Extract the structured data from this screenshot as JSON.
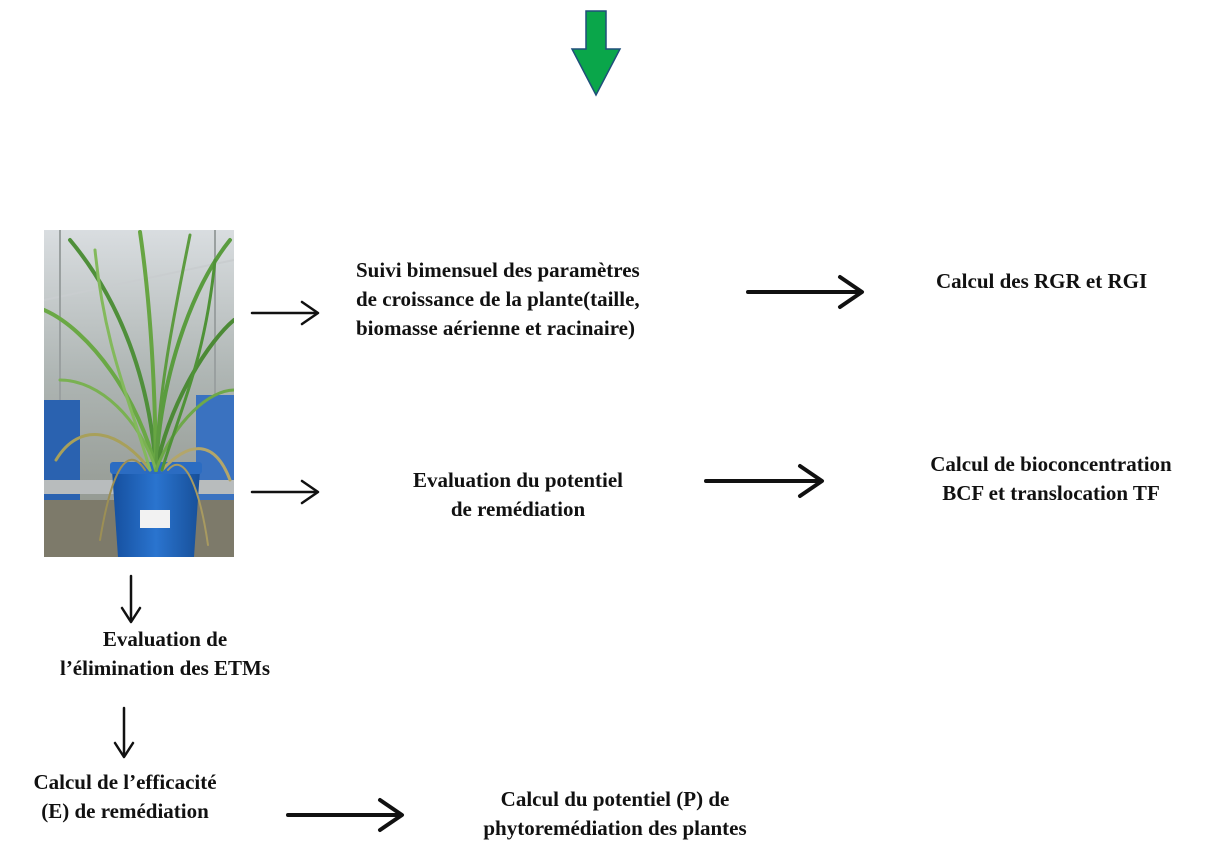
{
  "colors": {
    "down_arrow_fill": "#0aa64a",
    "down_arrow_stroke": "#1f4f7a",
    "arrow_stroke": "#111111",
    "pot_blue": "#1d5fb5"
  },
  "steps": {
    "growth_monitoring": {
      "line1": "Suivi bimensuel des paramètres",
      "line2": "de croissance de la plante(taille,",
      "line3": "biomasse aérienne et racinaire)"
    },
    "rgr_rgi": "Calcul des RGR et RGI",
    "remediation_potential": {
      "line1": "Evaluation du potentiel",
      "line2": "de remédiation"
    },
    "bcf_tf": {
      "line1": "Calcul de bioconcentration",
      "line2": "BCF et translocation TF"
    },
    "etm_elimination": {
      "line1": "Evaluation de",
      "line2": "l’élimination des ETMs"
    },
    "efficiency": {
      "line1": "Calcul de l’efficacité",
      "line2": "(E) de remédiation"
    },
    "phyto_potential": {
      "line1": "Calcul du potentiel  (P) de",
      "line2": "phytoremédiation des plantes"
    }
  },
  "icons": {
    "top_arrow": "down-arrow-icon",
    "plant_photo": "potted-grass-plant-photo"
  }
}
